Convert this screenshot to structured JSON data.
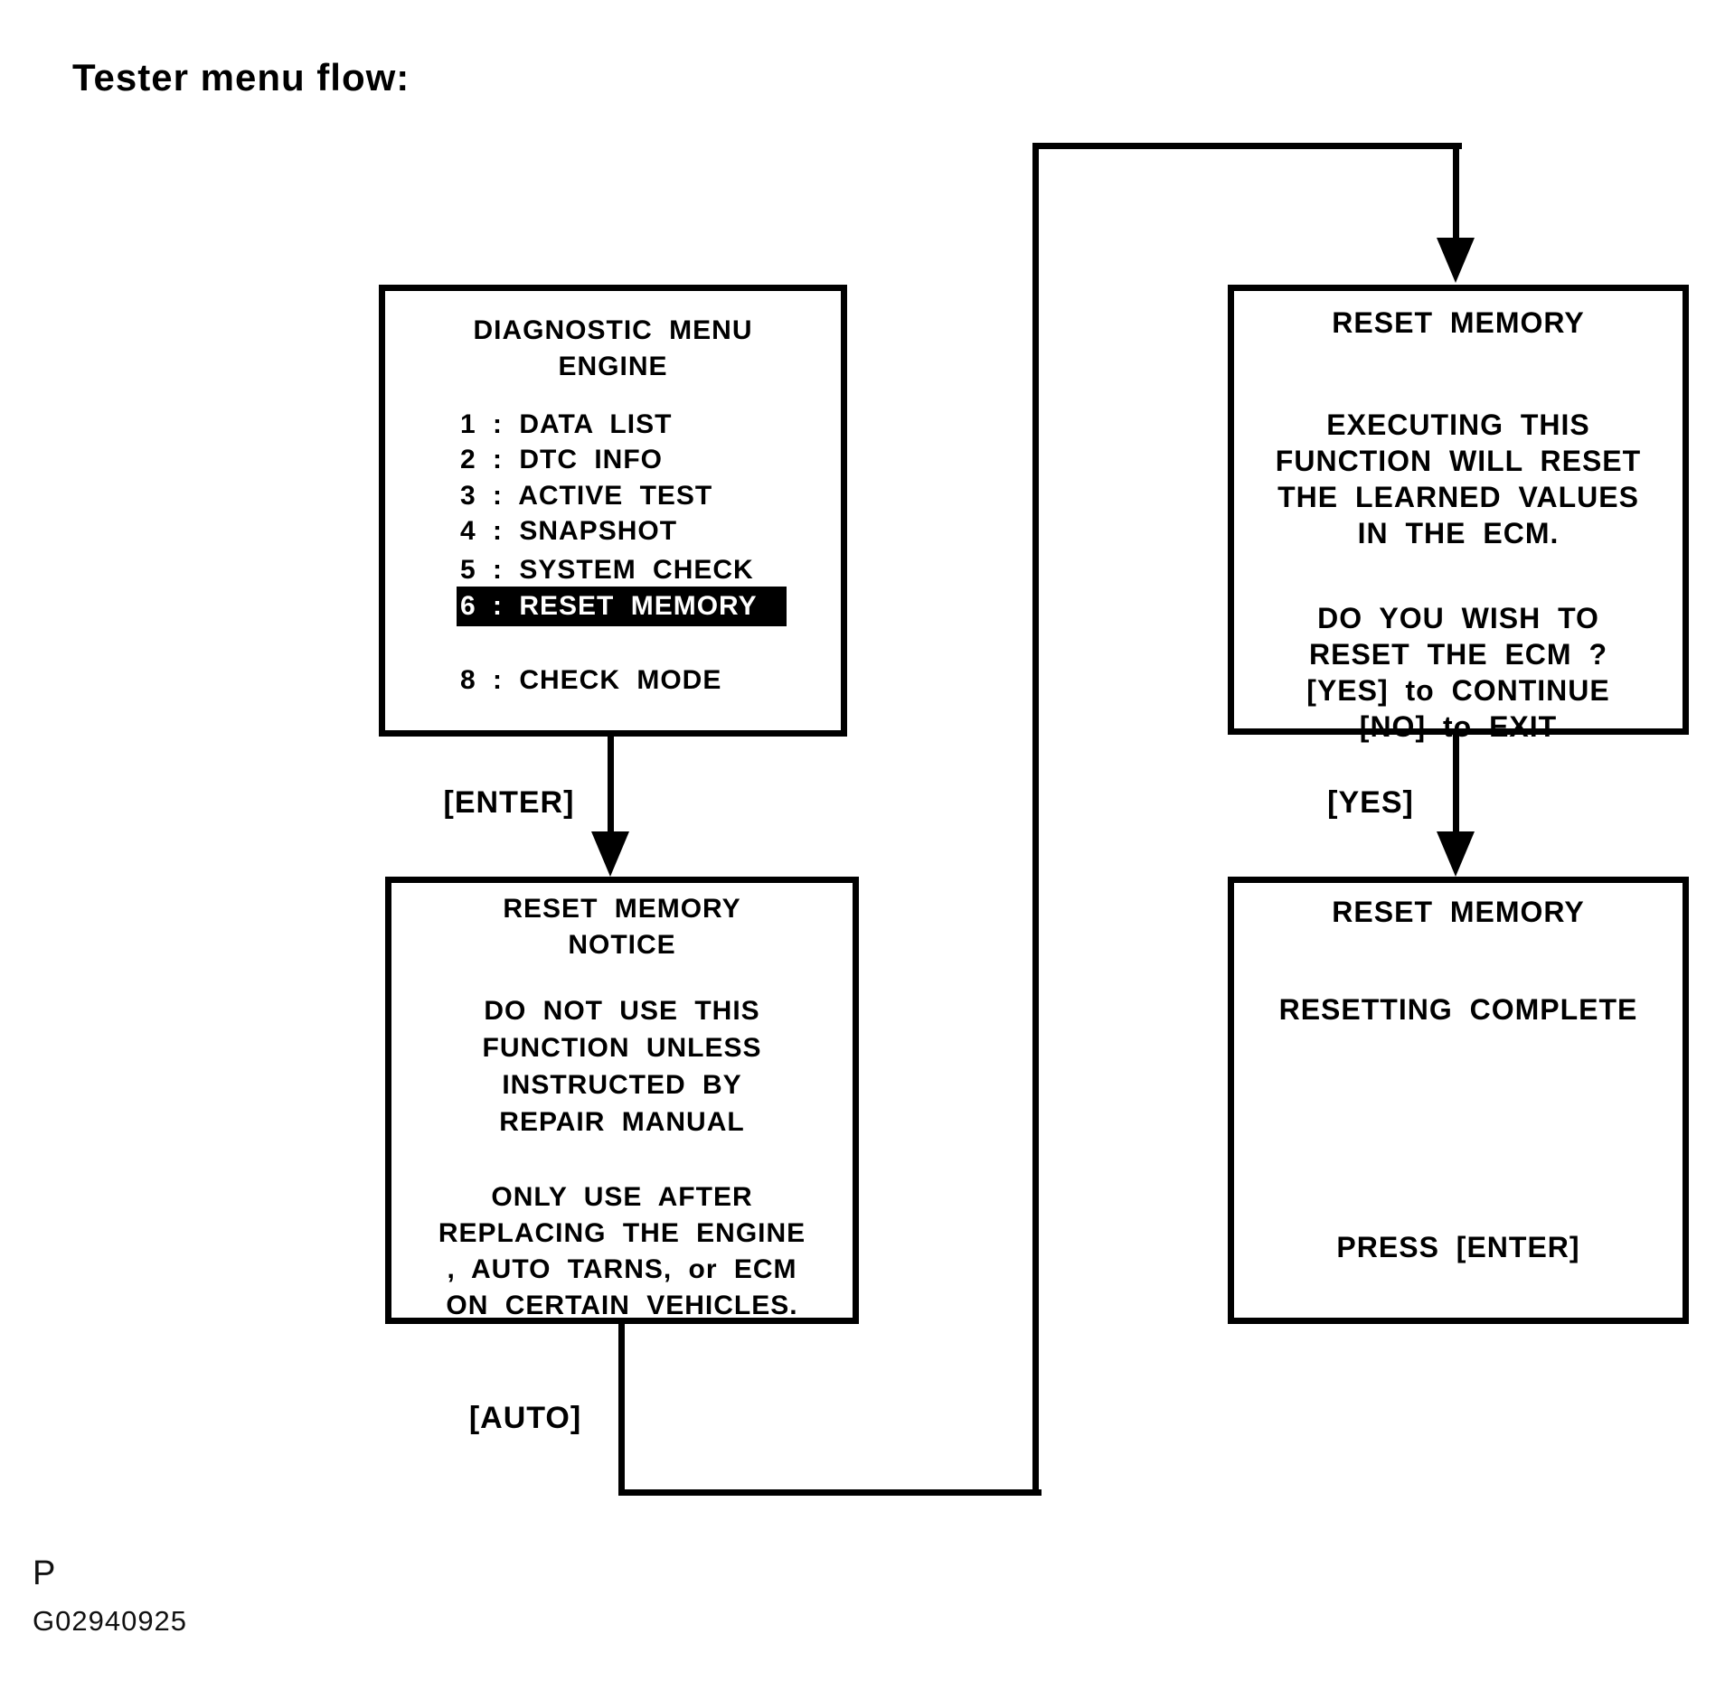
{
  "page": {
    "title": "Tester menu flow:",
    "footer_mark": "P",
    "footer_code": "G02940925"
  },
  "flow": {
    "labels": {
      "enter": "[ENTER]",
      "auto": "[AUTO]",
      "yes": "[YES]"
    },
    "boxes": {
      "diagnostic_menu": {
        "title_line1": "DIAGNOSTIC MENU",
        "title_line2": "ENGINE",
        "items": [
          {
            "label": "1 : DATA LIST",
            "highlighted": false
          },
          {
            "label": "2 : DTC INFO",
            "highlighted": false
          },
          {
            "label": "3 : ACTIVE TEST",
            "highlighted": false
          },
          {
            "label": "4 : SNAPSHOT",
            "highlighted": false
          },
          {
            "label": "5 : SYSTEM CHECK",
            "highlighted": false
          },
          {
            "label": "6 : RESET MEMORY",
            "highlighted": true
          },
          {
            "label": "8 : CHECK MODE",
            "highlighted": false
          }
        ]
      },
      "reset_memory_confirm": {
        "title": "RESET MEMORY",
        "warning_lines": [
          "EXECUTING THIS",
          "FUNCTION WILL RESET",
          "THE LEARNED VALUES",
          "IN THE ECM."
        ],
        "question_lines": [
          "DO YOU WISH TO",
          "RESET THE ECM ?",
          "[YES] to CONTINUE",
          "[NO] to EXIT"
        ]
      },
      "reset_memory_notice": {
        "title_line1": "RESET MEMORY",
        "title_line2": "NOTICE",
        "notice_lines": [
          "DO NOT USE THIS",
          "FUNCTION UNLESS",
          "INSTRUCTED BY",
          "REPAIR MANUAL"
        ],
        "usage_lines": [
          "ONLY USE AFTER",
          "REPLACING THE ENGINE",
          ", AUTO TARNS, or ECM",
          "ON CERTAIN VEHICLES."
        ]
      },
      "reset_memory_complete": {
        "title": "RESET MEMORY",
        "status": "RESETTING COMPLETE",
        "action": "PRESS [ENTER]"
      }
    }
  }
}
